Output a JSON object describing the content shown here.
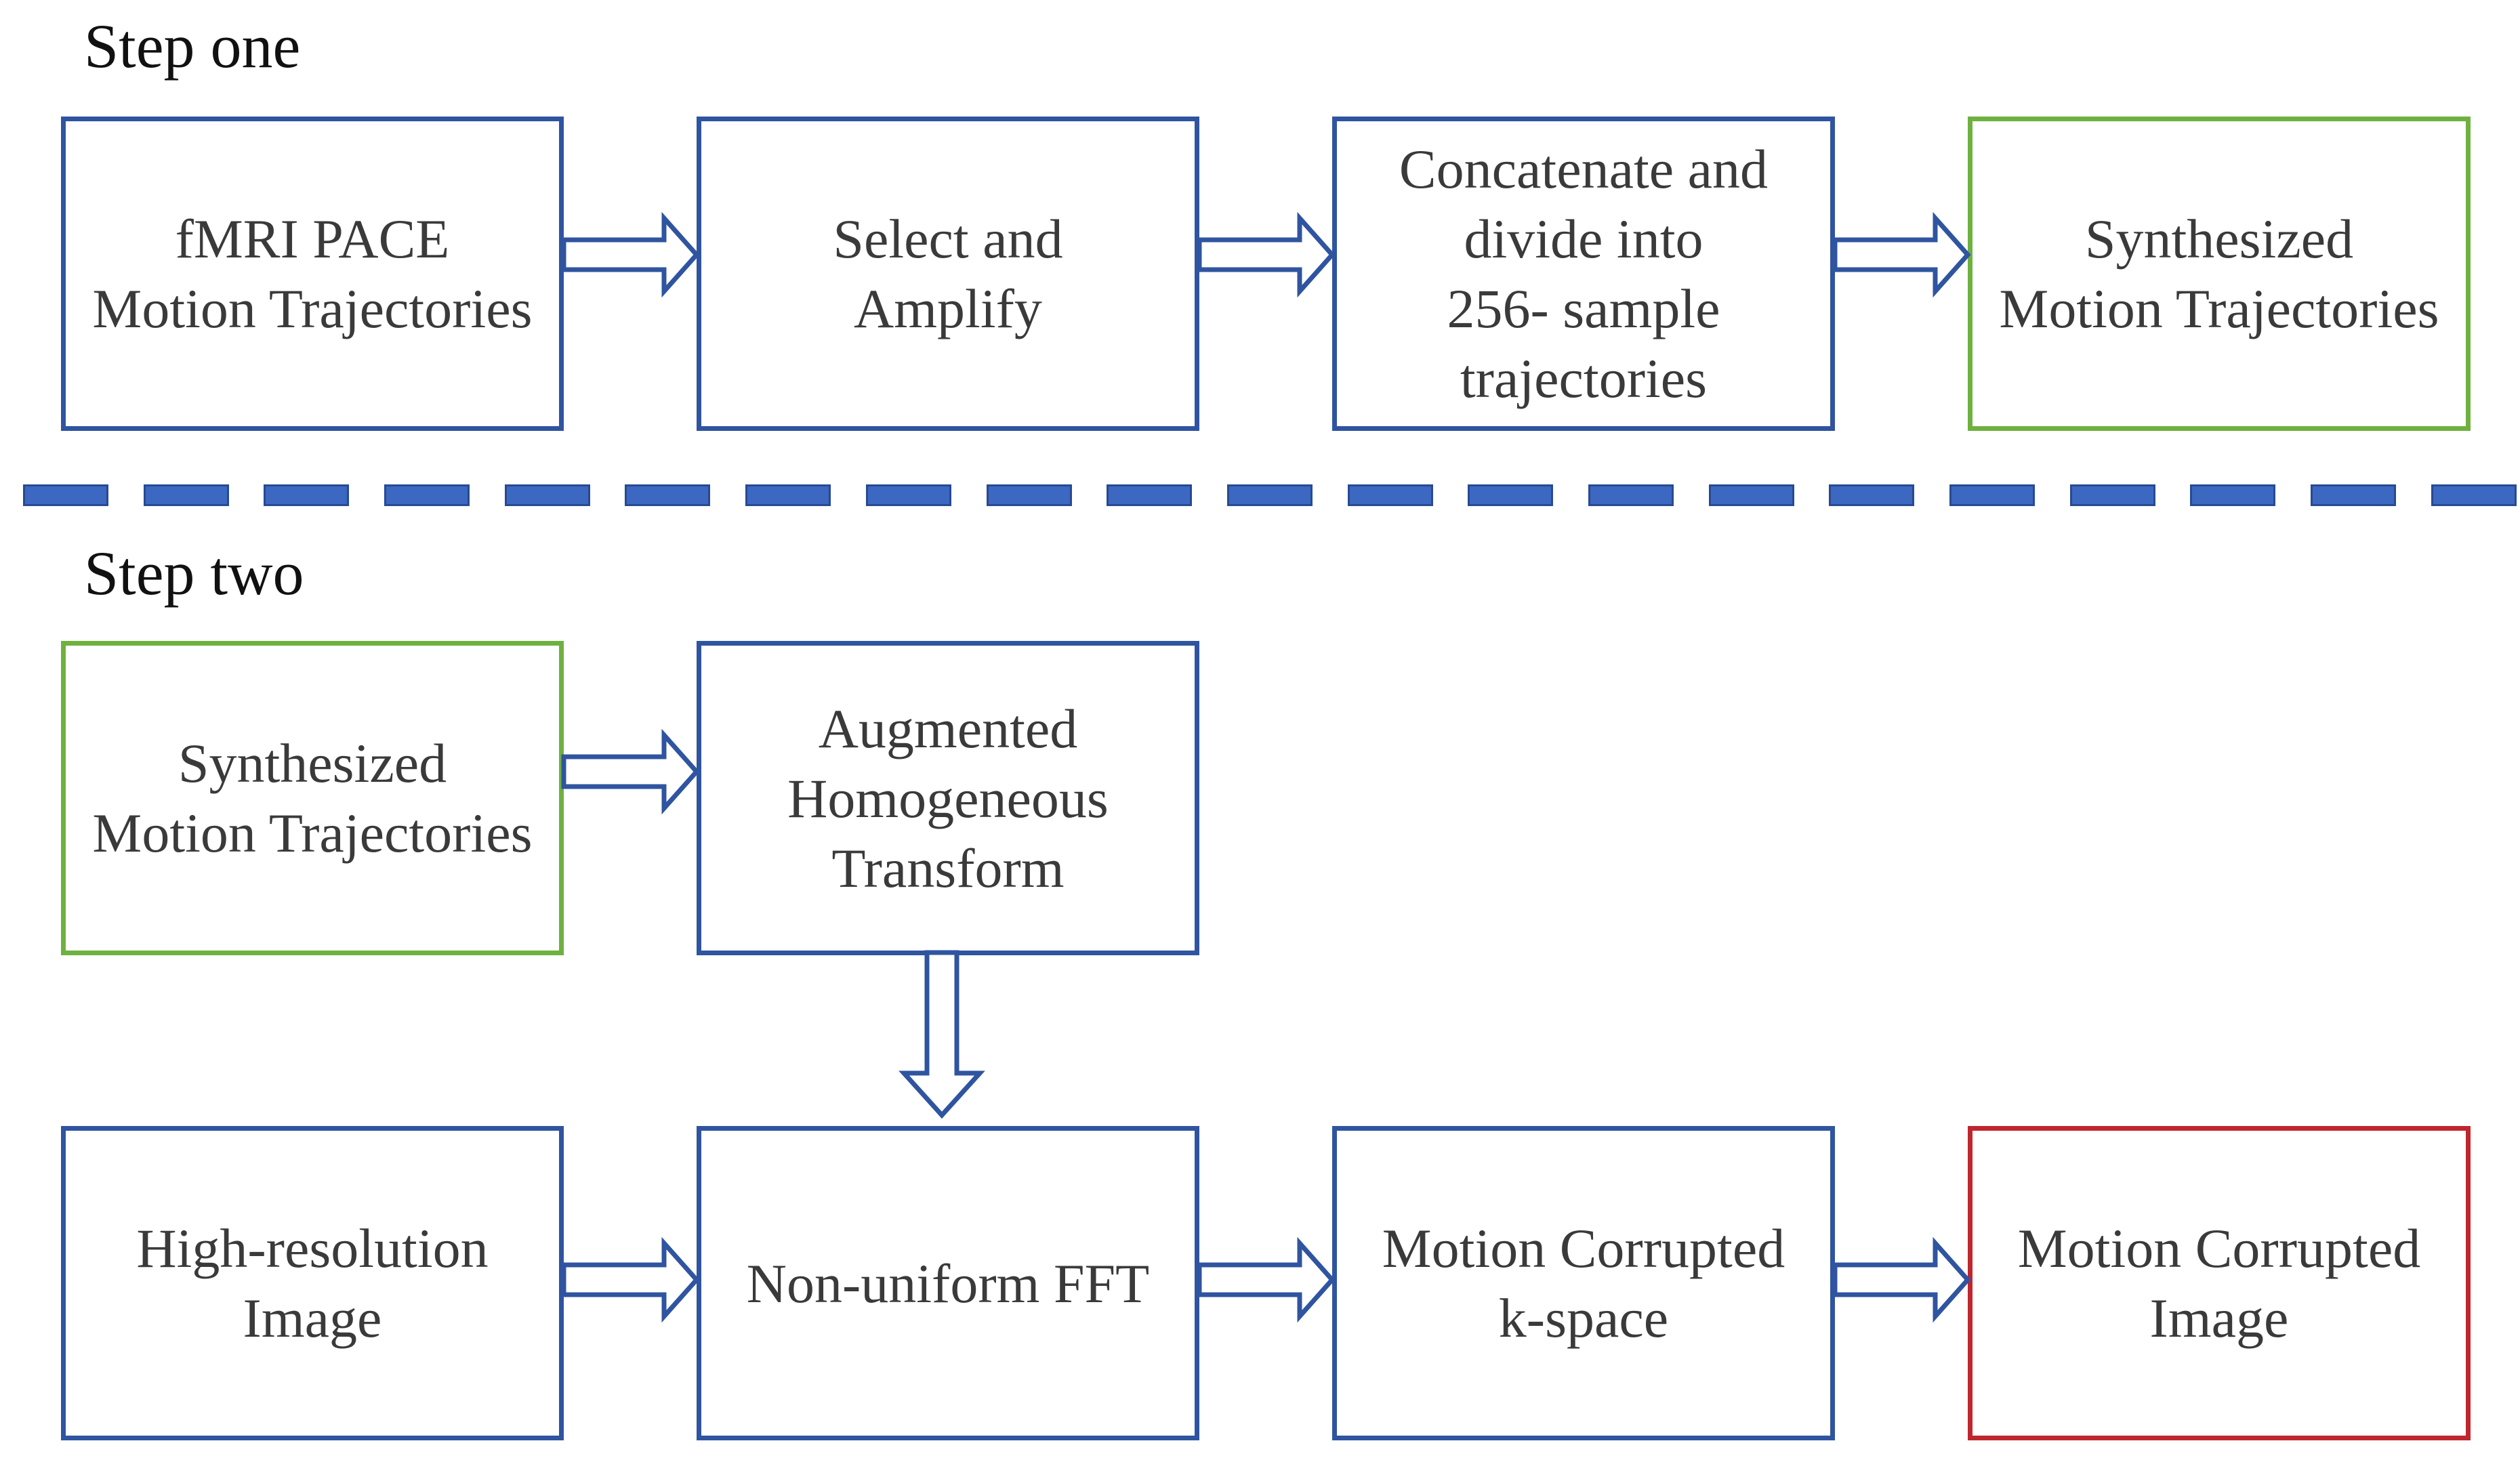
{
  "steps": [
    {
      "title": "Step one",
      "boxes": [
        {
          "label": "fMRI PACE\nMotion Trajectories",
          "color": "#2f54a0"
        },
        {
          "label": "Select and\nAmplify",
          "color": "#2f54a0"
        },
        {
          "label": "Concatenate and\ndivide into\n256- sample\ntrajectories",
          "color": "#2f54a0"
        },
        {
          "label": "Synthesized\nMotion Trajectories",
          "color": "#6fb13f"
        }
      ]
    },
    {
      "title": "Step two",
      "boxes": [
        {
          "label": "Synthesized\nMotion Trajectories",
          "color": "#6fb13f"
        },
        {
          "label": "Augmented\nHomogeneous\nTransform",
          "color": "#2f54a0"
        },
        {
          "label": "High-resolution\nImage",
          "color": "#2f54a0"
        },
        {
          "label": "Non-uniform FFT",
          "color": "#2f54a0"
        },
        {
          "label": "Motion Corrupted\nk-space",
          "color": "#2f54a0"
        },
        {
          "label": "Motion Corrupted\nImage",
          "color": "#c0262d"
        }
      ]
    }
  ],
  "colors": {
    "box_border": "#2f54a0",
    "input_output_border": "#6fb13f",
    "final_output_border": "#c0262d",
    "divider": "#3c68c2",
    "arrow": "#2f54a0"
  }
}
